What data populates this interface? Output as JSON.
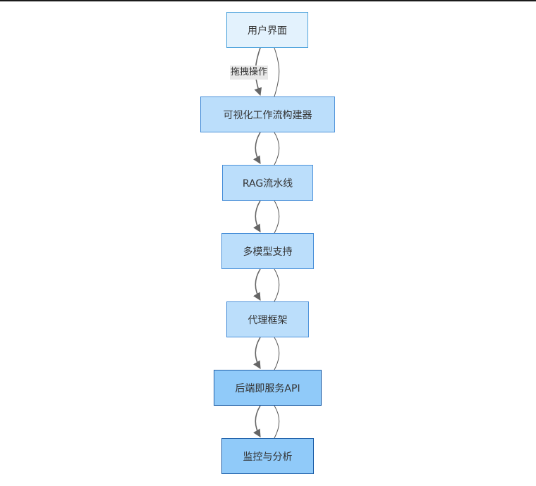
{
  "diagram": {
    "nodes": [
      {
        "id": "ui",
        "label": "用户界面",
        "fill": "#e3f2fd",
        "stroke": "#4fa3dc"
      },
      {
        "id": "builder",
        "label": "可视化工作流构建器",
        "fill": "#bbdefb",
        "stroke": "#4a90d9"
      },
      {
        "id": "rag",
        "label": "RAG流水线",
        "fill": "#bbdefb",
        "stroke": "#4a90d9"
      },
      {
        "id": "models",
        "label": "多模型支持",
        "fill": "#bbdefb",
        "stroke": "#4a90d9"
      },
      {
        "id": "agent",
        "label": "代理框架",
        "fill": "#bbdefb",
        "stroke": "#4a90d9"
      },
      {
        "id": "baas",
        "label": "后端即服务API",
        "fill": "#90caf9",
        "stroke": "#1e5fa8"
      },
      {
        "id": "monitor",
        "label": "监控与分析",
        "fill": "#90caf9",
        "stroke": "#1e5fa8"
      }
    ],
    "edges": [
      {
        "from": "ui",
        "to": "builder",
        "label": "拖拽操作"
      },
      {
        "from": "builder",
        "to": "rag"
      },
      {
        "from": "rag",
        "to": "models"
      },
      {
        "from": "models",
        "to": "agent"
      },
      {
        "from": "agent",
        "to": "baas"
      },
      {
        "from": "baas",
        "to": "monitor"
      }
    ],
    "colors": {
      "edge": "#666666",
      "edge_label_bg": "#e8e8e8"
    }
  }
}
